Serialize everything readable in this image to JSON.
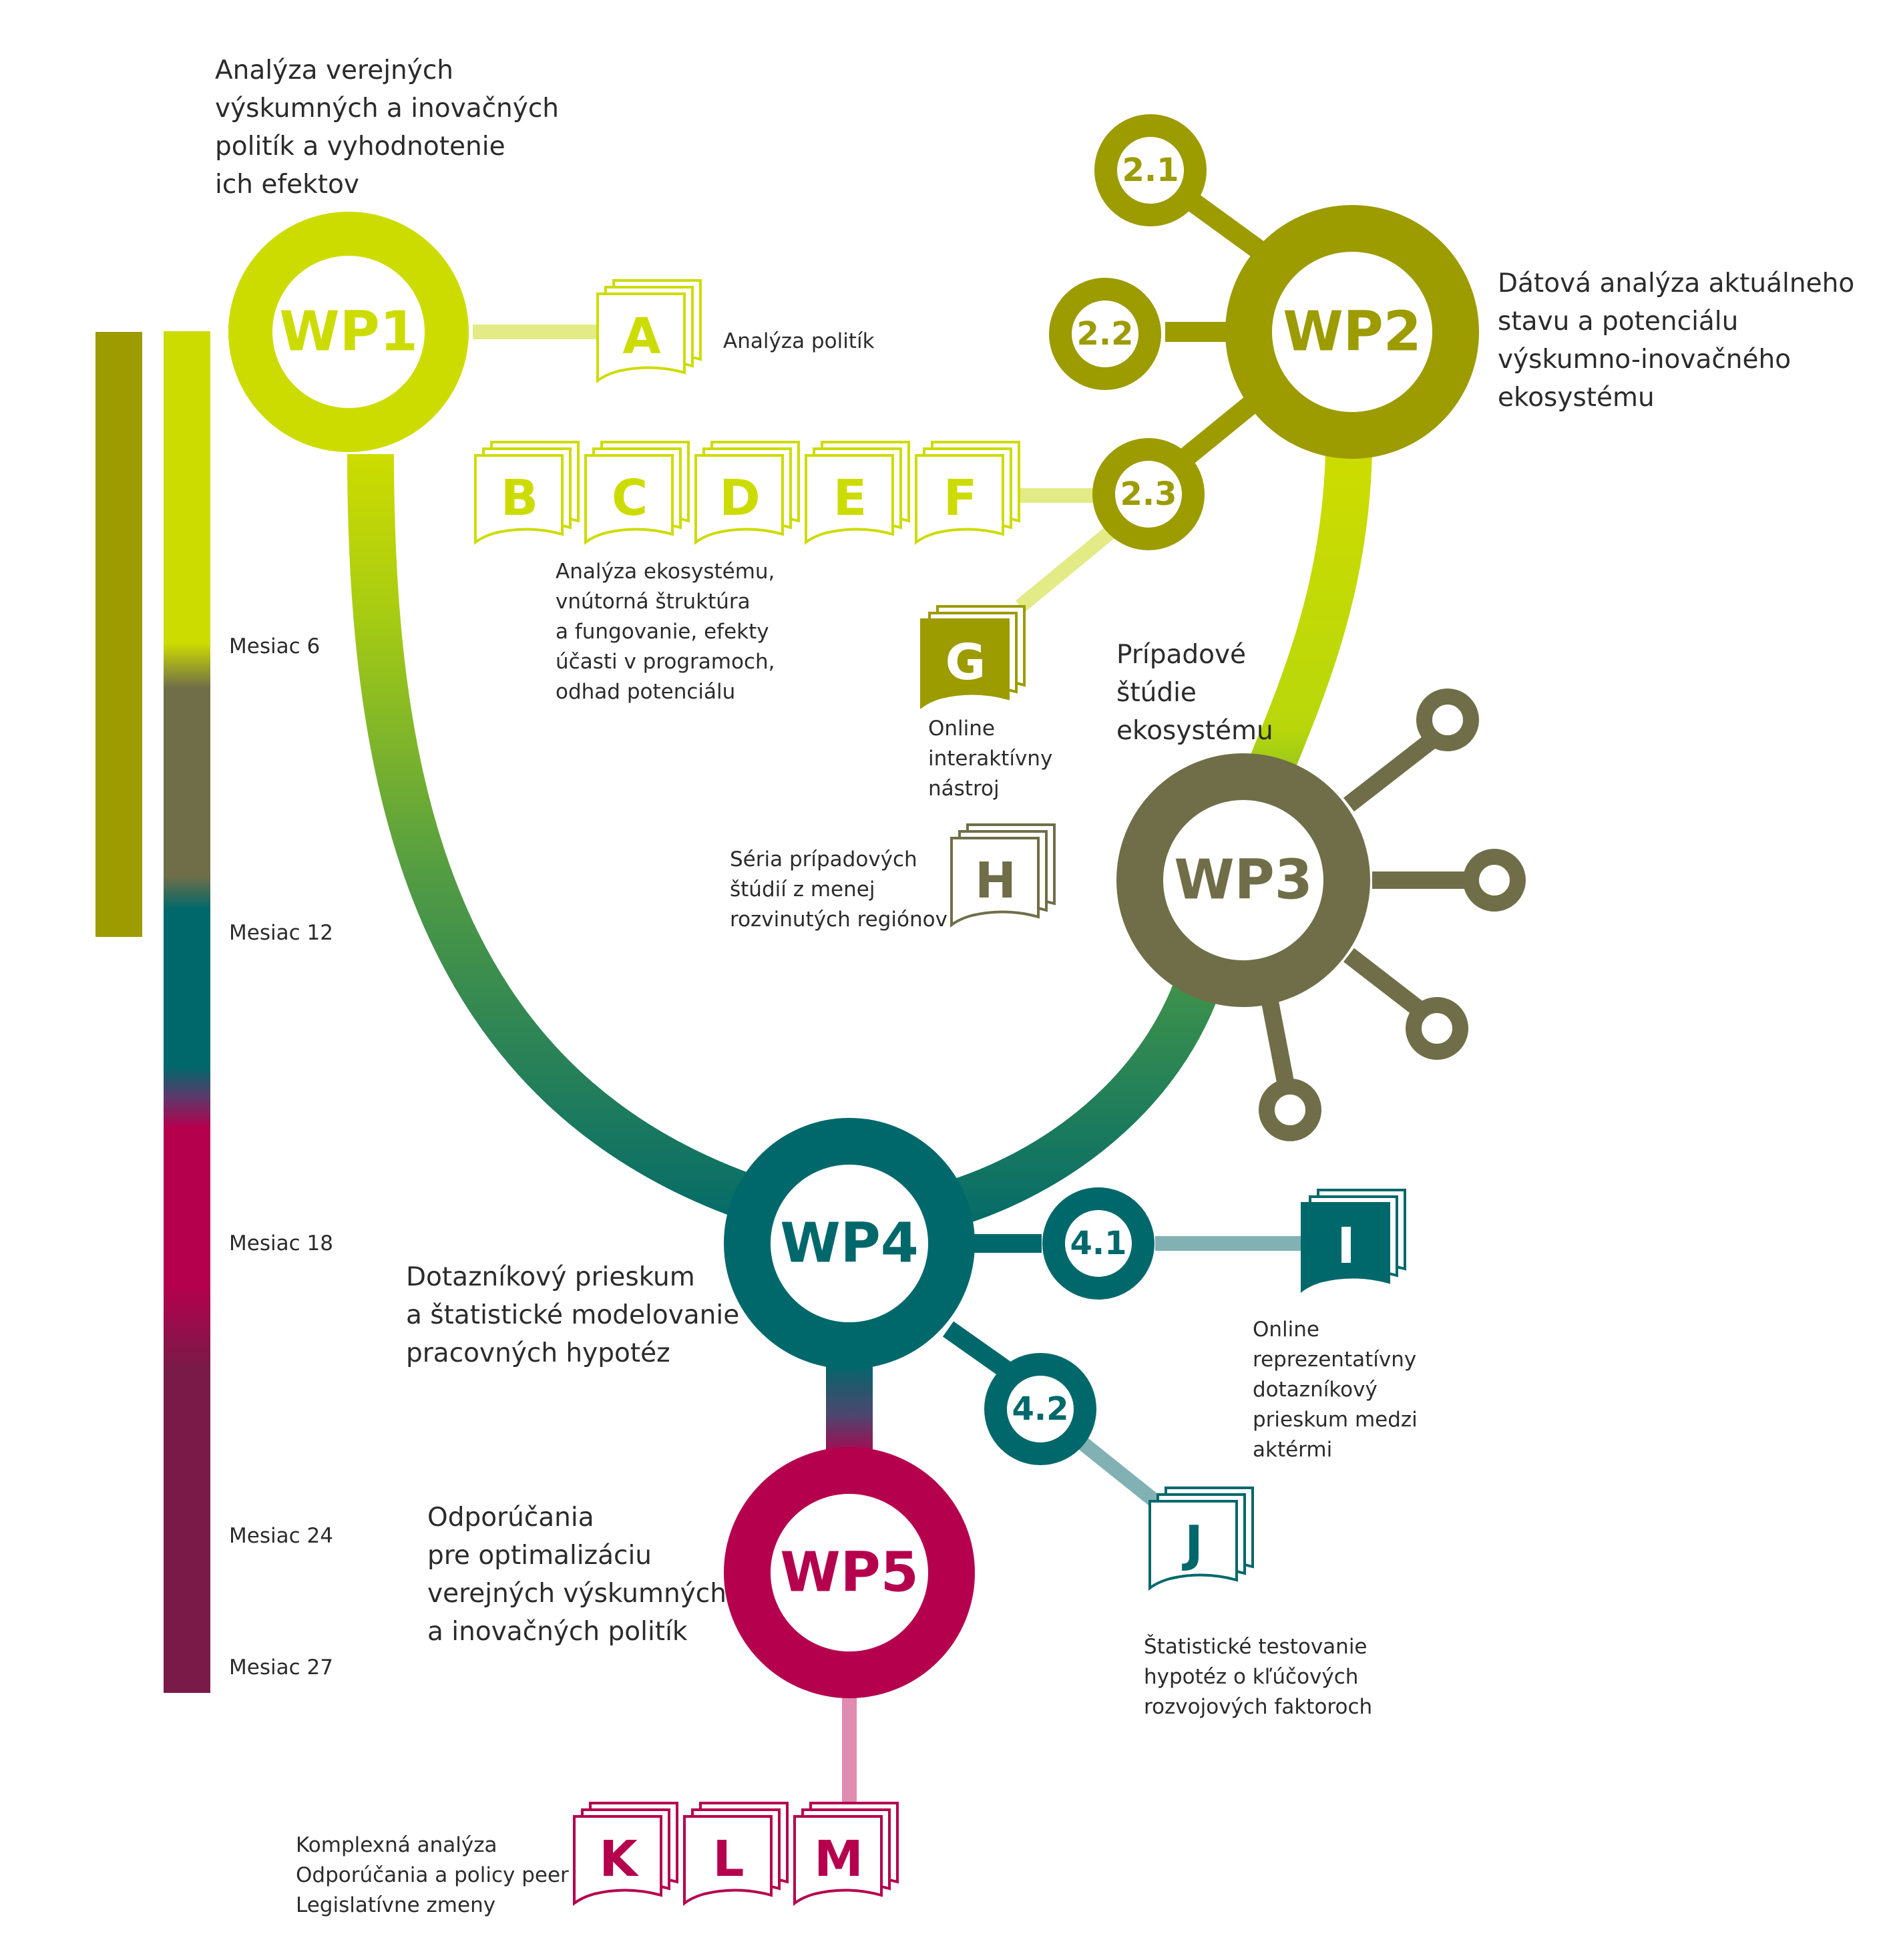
{
  "colors": {
    "wp1": "#cddc00",
    "wp2": "#9c9b00",
    "wp3": "#706e48",
    "wp4": "#00686b",
    "wp5": "#b5004e",
    "dark_end": "#7a1a48"
  },
  "work_packages": [
    {
      "id": "WP1",
      "label": "WP1",
      "description": [
        "Analýza verejných",
        "výskumných a inovačných",
        "politík a vyhodnotenie",
        "ich efektov"
      ]
    },
    {
      "id": "WP2",
      "label": "WP2",
      "description": [
        "Dátová analýza aktuálneho",
        "stavu a potenciálu",
        "výskumno-inovačného",
        "ekosystému"
      ],
      "subtasks": [
        "2.1",
        "2.2",
        "2.3"
      ]
    },
    {
      "id": "WP3",
      "label": "WP3",
      "description": [
        "Prípadové",
        "štúdie",
        "ekosystému"
      ]
    },
    {
      "id": "WP4",
      "label": "WP4",
      "description": [
        "Dotazníkový prieskum",
        "a štatistické modelovanie",
        "pracovných hypotéz"
      ],
      "subtasks": [
        "4.1",
        "4.2"
      ]
    },
    {
      "id": "WP5",
      "label": "WP5",
      "description": [
        "Odporúčania",
        "pre optimalizáciu",
        "verejných výskumných",
        "a inovačných politík"
      ]
    }
  ],
  "deliverables": {
    "A": {
      "letter": "A",
      "description": [
        "Analýza politík"
      ]
    },
    "B": {
      "letter": "B"
    },
    "C": {
      "letter": "C"
    },
    "D": {
      "letter": "D"
    },
    "E": {
      "letter": "E"
    },
    "F": {
      "letter": "F"
    },
    "BF_description": [
      "Analýza ekosystému,",
      "vnútorná štruktúra",
      "a fungovanie, efekty",
      "účasti v programoch,",
      "odhad potenciálu"
    ],
    "G": {
      "letter": "G",
      "description": [
        "Online",
        "interaktívny",
        "nástroj"
      ]
    },
    "H": {
      "letter": "H",
      "description": [
        "Séria prípadových",
        "štúdií z menej",
        "rozvinutých regiónov"
      ]
    },
    "I": {
      "letter": "I",
      "description": [
        "Online",
        "reprezentatívny",
        "dotazníkový",
        "prieskum medzi",
        "aktérmi"
      ]
    },
    "J": {
      "letter": "J",
      "description": [
        "Štatistické testovanie",
        "hypotéz o kľúčových",
        "rozvojových faktoroch"
      ]
    },
    "K": {
      "letter": "K"
    },
    "L": {
      "letter": "L"
    },
    "M": {
      "letter": "M"
    },
    "KLM_description": [
      "Komplexná analýza",
      "Odporúčania a policy peer",
      "Legislatívne zmeny"
    ]
  },
  "timeline": {
    "months": [
      "Mesiac 6",
      "Mesiac 12",
      "Mesiac 18",
      "Mesiac 24",
      "Mesiac 27"
    ]
  }
}
